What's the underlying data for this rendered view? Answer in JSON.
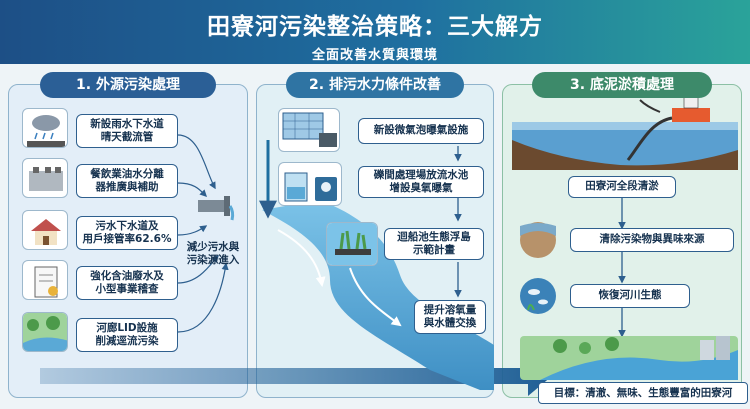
{
  "header": {
    "title": "田寮河污染整治策略：三大解方",
    "subtitle": "全面改善水質與環境"
  },
  "panels": [
    {
      "title": "1. 外源污染處理",
      "items": [
        {
          "line1": "新設雨水下水道",
          "line2": "晴天截流管",
          "icon": "rain-cloud-icon"
        },
        {
          "line1": "餐飲業油水分離",
          "line2": "器推廣與補助",
          "icon": "grease-trap-icon"
        },
        {
          "line1": "污水下水道及",
          "line2": "用戶接管率62.6%",
          "icon": "house-icon"
        },
        {
          "line1": "強化含油廢水及",
          "line2": "小型事業稽查",
          "icon": "inspection-clipboard-icon"
        },
        {
          "line1": "河廊LID設施",
          "line2": "削減逕流污染",
          "icon": "green-river-icon"
        }
      ],
      "result": {
        "line1": "減少污水與",
        "line2": "污染源進入",
        "icon": "pipe-outflow-icon"
      }
    },
    {
      "title": "2. 排污水力條件改善",
      "items": [
        {
          "line1": "新設微氣泡曝氣設施",
          "line2": "",
          "icon": "aeration-unit-icon"
        },
        {
          "line1": "礫間處理場放流水池",
          "line2": "增設臭氧曝氣",
          "icon": "ozone-tank-icon"
        },
        {
          "line1": "迴船池生態浮島",
          "line2": "示範計畫",
          "icon": "floating-island-icon"
        }
      ],
      "result": {
        "line1": "提升溶氧量",
        "line2": "與水體交換"
      }
    },
    {
      "title": "3. 底泥淤積處理",
      "items": [
        {
          "line1": "田寮河全段清淤",
          "icon": "dredger-icon"
        },
        {
          "line1": "清除污染物與異味來源",
          "icon": "sediment-icon"
        },
        {
          "line1": "恢復河川生態",
          "icon": "fish-icon"
        }
      ]
    }
  ],
  "target": "目標：清澈、無味、生態豐富的田寮河",
  "colors": {
    "navy": "#1d4f86",
    "teal": "#2aa39a",
    "box_border": "#2e5f8e",
    "green": "#3d8a6a",
    "river": "#5aa9d6"
  }
}
